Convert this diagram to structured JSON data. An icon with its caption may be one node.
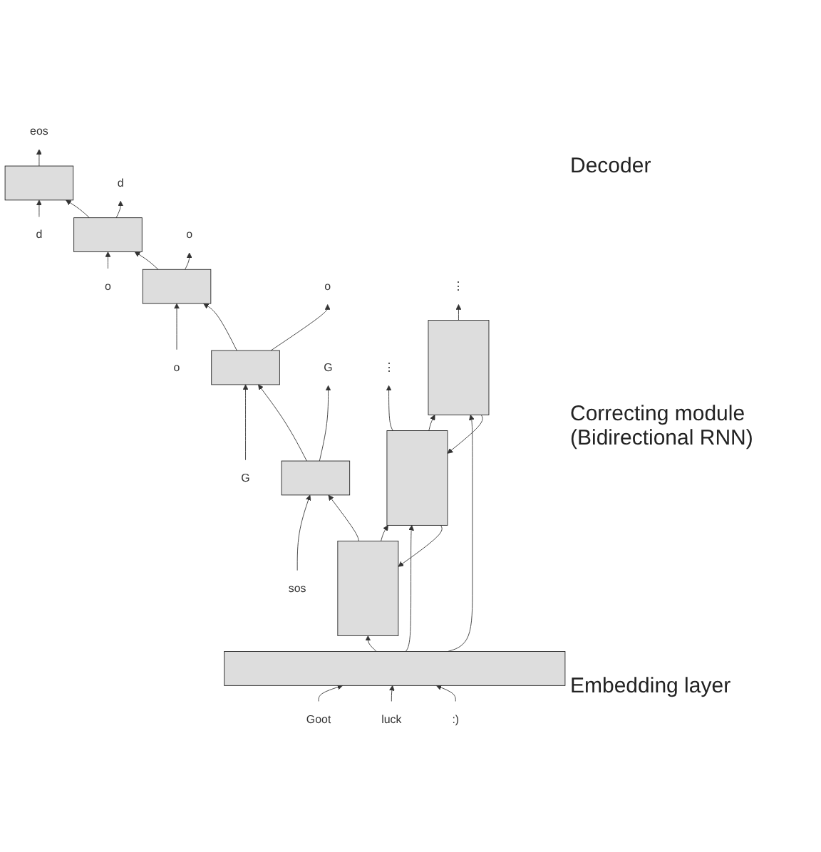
{
  "diagram": {
    "nodes": [
      {
        "text": [
          "eos"
        ]
      },
      {
        "text": [],
        "shape": "box"
      },
      {
        "text": [
          "d"
        ]
      },
      {
        "text": [
          "d"
        ]
      },
      {
        "text": [],
        "shape": "box"
      },
      {
        "text": [
          "o"
        ]
      },
      {
        "text": [
          "o"
        ]
      },
      {
        "text": [],
        "shape": "box"
      },
      {
        "text": [
          "o"
        ]
      },
      {
        "text": [
          "o"
        ]
      },
      {
        "text": [],
        "shape": "box"
      },
      {
        "text": [
          "G"
        ]
      },
      {
        "text": [
          "G"
        ]
      },
      {
        "text": [],
        "shape": "box"
      },
      {
        "text": [
          "sos"
        ]
      },
      {
        "text": [
          "⋮"
        ]
      },
      {
        "text": [
          "⋮"
        ]
      },
      {
        "text": [],
        "shape": "box"
      },
      {
        "text": [],
        "shape": "box"
      },
      {
        "text": [],
        "shape": "box"
      },
      {
        "text": [],
        "shape": "bar"
      },
      {
        "text": [
          "Goot"
        ]
      },
      {
        "text": [
          "luck"
        ]
      },
      {
        "text": [
          ":)"
        ]
      }
    ],
    "edges": [
      {
        "from": 1,
        "to": 0,
        "arrow": "to"
      },
      {
        "from": 2,
        "to": 1,
        "arrow": "to"
      },
      {
        "from": 4,
        "to": 3,
        "arrow": "to"
      },
      {
        "from": 5,
        "to": 4,
        "arrow": "to"
      },
      {
        "from": 7,
        "to": 6,
        "arrow": "to"
      },
      {
        "from": 8,
        "to": 7,
        "arrow": "to"
      },
      {
        "from": 10,
        "to": 9,
        "arrow": "to"
      },
      {
        "from": 11,
        "to": 10,
        "arrow": "to"
      },
      {
        "from": 13,
        "to": 12,
        "arrow": "to"
      },
      {
        "from": 14,
        "to": 13,
        "arrow": "to"
      },
      {
        "from": 13,
        "to": 10,
        "arrow": "to"
      },
      {
        "from": 10,
        "to": 7,
        "arrow": "to"
      },
      {
        "from": 7,
        "to": 4,
        "arrow": "to"
      },
      {
        "from": 4,
        "to": 1,
        "arrow": "to"
      },
      {
        "from": 17,
        "to": 13,
        "arrow": "to"
      },
      {
        "from": 18,
        "to": 15,
        "arrow": "to"
      },
      {
        "from": 19,
        "to": 16,
        "arrow": "to"
      },
      {
        "from": 17,
        "to": 18,
        "arrow": "to"
      },
      {
        "from": 18,
        "to": 19,
        "arrow": "to"
      },
      {
        "from": 19,
        "to": 18,
        "arrow": "to"
      },
      {
        "from": 18,
        "to": 17,
        "arrow": "to"
      },
      {
        "from": 20,
        "to": 17,
        "arrow": "to"
      },
      {
        "from": 20,
        "to": 18,
        "arrow": "to"
      },
      {
        "from": 20,
        "to": 19,
        "arrow": "to"
      },
      {
        "from": 21,
        "to": 20,
        "arrow": "to"
      },
      {
        "from": 22,
        "to": 20,
        "arrow": "to"
      },
      {
        "from": 23,
        "to": 20,
        "arrow": "to"
      }
    ],
    "labels": [
      "Decoder",
      "Correcting module (Bidirectional RNN)",
      "Embedding layer"
    ]
  }
}
